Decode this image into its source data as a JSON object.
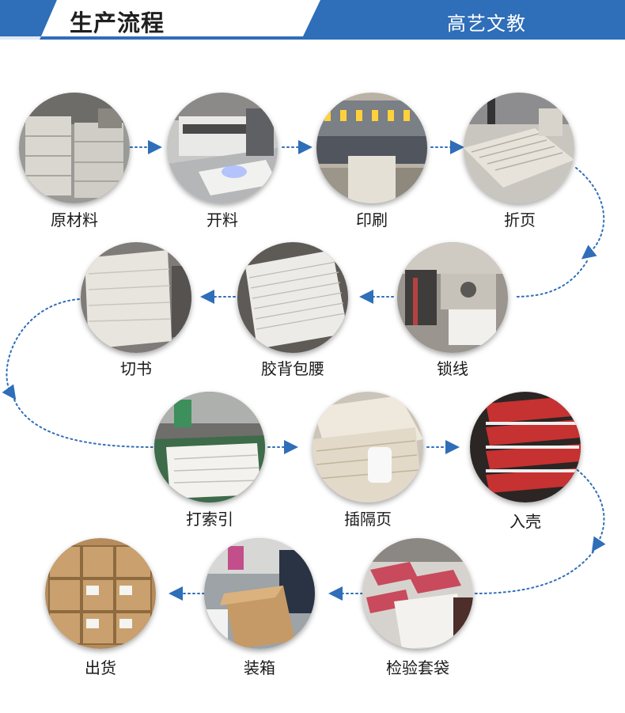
{
  "header": {
    "title": "生产流程",
    "brand": "高艺文教",
    "colors": {
      "bar": "#2f6eb8",
      "accent": "#5a93d2"
    }
  },
  "steps": [
    {
      "label": "原材料",
      "icon": "paper-stock-photo"
    },
    {
      "label": "开料",
      "icon": "cutting-machine-photo"
    },
    {
      "label": "印刷",
      "icon": "printing-press-photo"
    },
    {
      "label": "折页",
      "icon": "folded-sheets-photo"
    },
    {
      "label": "锁线",
      "icon": "sewing-machine-photo"
    },
    {
      "label": "胶背包腰",
      "icon": "glued-spine-photo"
    },
    {
      "label": "切书",
      "icon": "trimmed-books-photo"
    },
    {
      "label": "打索引",
      "icon": "index-tabs-photo"
    },
    {
      "label": "插隔页",
      "icon": "divider-pages-photo"
    },
    {
      "label": "入壳",
      "icon": "hard-cover-photo"
    },
    {
      "label": "检验套袋",
      "icon": "inspection-bagging-photo"
    },
    {
      "label": "装箱",
      "icon": "boxing-photo"
    },
    {
      "label": "出货",
      "icon": "shipping-cartons-photo"
    }
  ],
  "connector_color": "#2f6eb8"
}
